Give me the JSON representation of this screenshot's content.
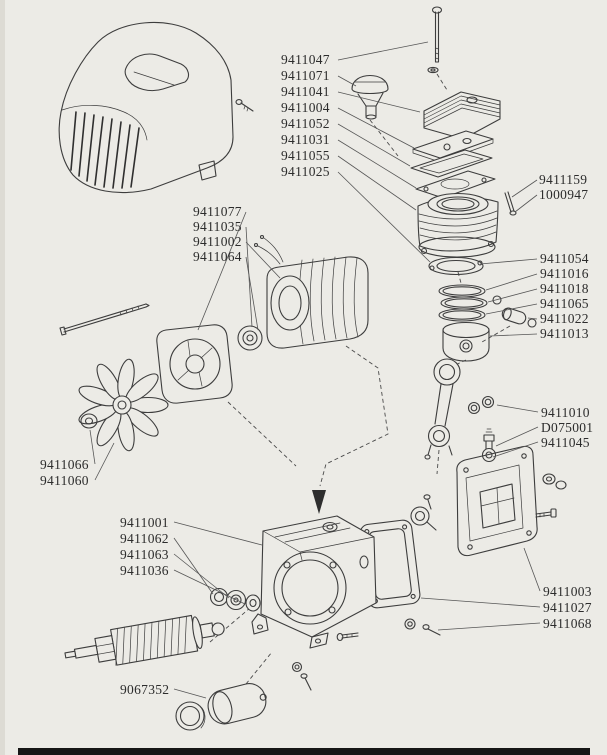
{
  "diagram": {
    "paper_color": "#ecebe6",
    "ink_color": "#3d3d3d",
    "labels": [
      {
        "text": "9411047"
      },
      {
        "text": "9411071"
      },
      {
        "text": "9411041"
      },
      {
        "text": "9411004"
      },
      {
        "text": "9411052"
      },
      {
        "text": "9411031"
      },
      {
        "text": "9411055"
      },
      {
        "text": "9411025"
      },
      {
        "text": "9411159"
      },
      {
        "text": "1000947"
      },
      {
        "text": "9411077"
      },
      {
        "text": "9411035"
      },
      {
        "text": "9411002"
      },
      {
        "text": "9411064"
      },
      {
        "text": "9411054"
      },
      {
        "text": "9411016"
      },
      {
        "text": "9411018"
      },
      {
        "text": "9411065"
      },
      {
        "text": "9411022"
      },
      {
        "text": "9411013"
      },
      {
        "text": "9411010"
      },
      {
        "text": "D075001"
      },
      {
        "text": "9411045"
      },
      {
        "text": "9411066"
      },
      {
        "text": "9411060"
      },
      {
        "text": "9411001"
      },
      {
        "text": "9411062"
      },
      {
        "text": "9411063"
      },
      {
        "text": "9411036"
      },
      {
        "text": "9411003"
      },
      {
        "text": "9411027"
      },
      {
        "text": "9411068"
      },
      {
        "text": "9067352"
      }
    ]
  }
}
